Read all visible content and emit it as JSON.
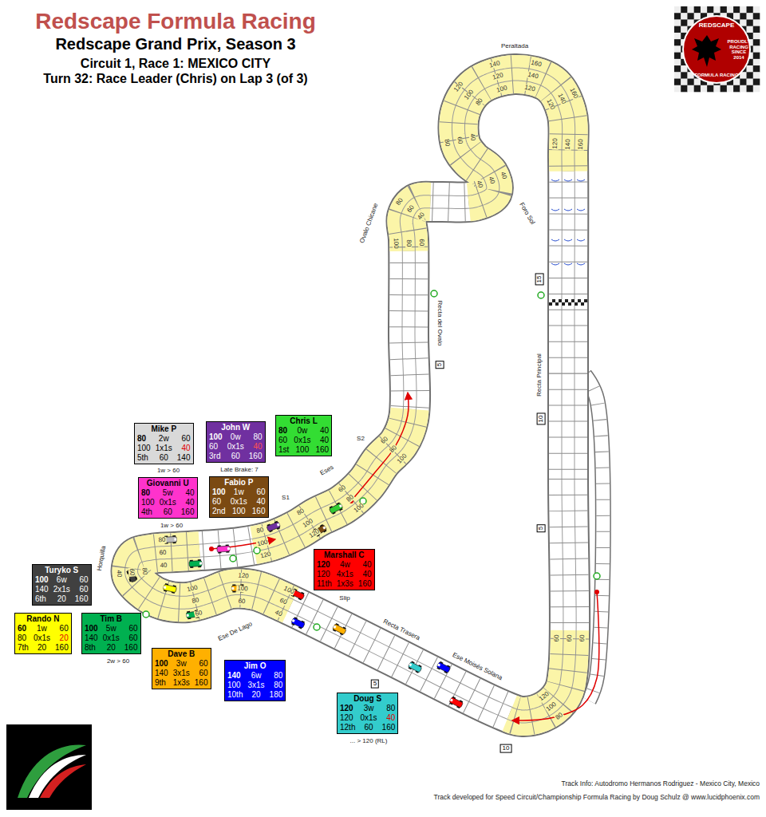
{
  "diagram": {
    "title": "Redscape Formula Racing",
    "nodes": [
      {
        "text": [
          "Mike P",
          "80",
          "2w",
          "60",
          "100",
          "1x1s",
          "40",
          "5th",
          "60",
          "140"
        ]
      },
      {
        "text": [
          "John W",
          "100",
          "0w",
          "80",
          "60",
          "0x1s",
          "40",
          "3rd",
          "60",
          "160"
        ]
      },
      {
        "text": [
          "Chris L",
          "80",
          "0w",
          "40",
          "60",
          "0x1s",
          "40",
          "1st",
          "100",
          "160"
        ]
      },
      {
        "text": [
          "Giovanni U",
          "80",
          "5w",
          "40",
          "100",
          "0x1s",
          "40",
          "4th",
          "60",
          "160"
        ]
      },
      {
        "text": [
          "Fabio P",
          "100",
          "1w",
          "60",
          "60",
          "0x1s",
          "40",
          "2nd",
          "100",
          "160"
        ]
      },
      {
        "text": [
          "Marshall C",
          "120",
          "4w",
          "40",
          "120",
          "4x1s",
          "40",
          "11th",
          "1x3s",
          "160"
        ]
      },
      {
        "text": [
          "Turyko S",
          "100",
          "6w",
          "60",
          "140",
          "2x1s",
          "60",
          "6th",
          "20",
          "160"
        ]
      },
      {
        "text": [
          "Rando N",
          "60",
          "1w",
          "60",
          "80",
          "0x1s",
          "20",
          "7th",
          "20",
          "160"
        ]
      },
      {
        "text": [
          "Tim B",
          "100",
          "5w",
          "60",
          "140",
          "0x1s",
          "60",
          "8th",
          "20",
          "160"
        ]
      },
      {
        "text": [
          "Dave B",
          "100",
          "3w",
          "60",
          "140",
          "3x1s",
          "60",
          "9th",
          "1x3s",
          "160"
        ]
      },
      {
        "text": [
          "Jim O",
          "140",
          "6w",
          "80",
          "100",
          "3x1s",
          "80",
          "10th",
          "20",
          "180"
        ]
      },
      {
        "text": [
          "Doug S",
          "120",
          "3w",
          "80",
          "120",
          "0x1s",
          "40",
          "12th",
          "60",
          "160"
        ]
      }
    ],
    "labels": [
      "Redscape Grand Prix, Season 3",
      "Circuit 1, Race 1: MEXICO CITY",
      "Turn 32: Race Leader (Chris) on Lap 3 (of 3)",
      "REDSCAPE",
      "PROUDLY RACING SINCE 2014",
      "FORMULA RACING",
      "Peraltada",
      "Foro Sol",
      "Ovalo Chicane",
      "Recta del Ovalo",
      "Recta Principal",
      "Eses",
      "S2",
      "S1",
      "Horquilla",
      "Ese De Lago",
      "Recta Trasera",
      "Ese Moisés Solana",
      "15",
      "10",
      "5",
      "5",
      "5",
      "10",
      "1w > 60",
      "Late Brake: 7",
      "1w > 60",
      "Slip",
      "2w > 60",
      "... > 120 (RL)",
      "Track Info: Autodromo Hermanos Rodriguez - Mexico City, Mexico",
      "Track developed for Speed Circuit/Championship Formula Racing by Doug Schulz @ www.lucidphoenix.com",
      "60",
      "60",
      "60",
      "80",
      "100",
      "120",
      "40",
      "60",
      "100",
      "60",
      "100",
      "120",
      "60",
      "80",
      "100",
      "40",
      "60",
      "80",
      "80",
      "60",
      "40",
      "80",
      "100",
      "120",
      "80",
      "100",
      "120",
      "60",
      "80",
      "100",
      "60",
      "80",
      "100",
      "100",
      "80",
      "60",
      "80",
      "60",
      "40",
      "40",
      "40",
      "40",
      "80",
      "60",
      "40",
      "120",
      "100",
      "80",
      "140",
      "120",
      "100",
      "160",
      "140",
      "120",
      "160",
      "140",
      "120",
      "160",
      "140",
      "120"
    ]
  }
}
